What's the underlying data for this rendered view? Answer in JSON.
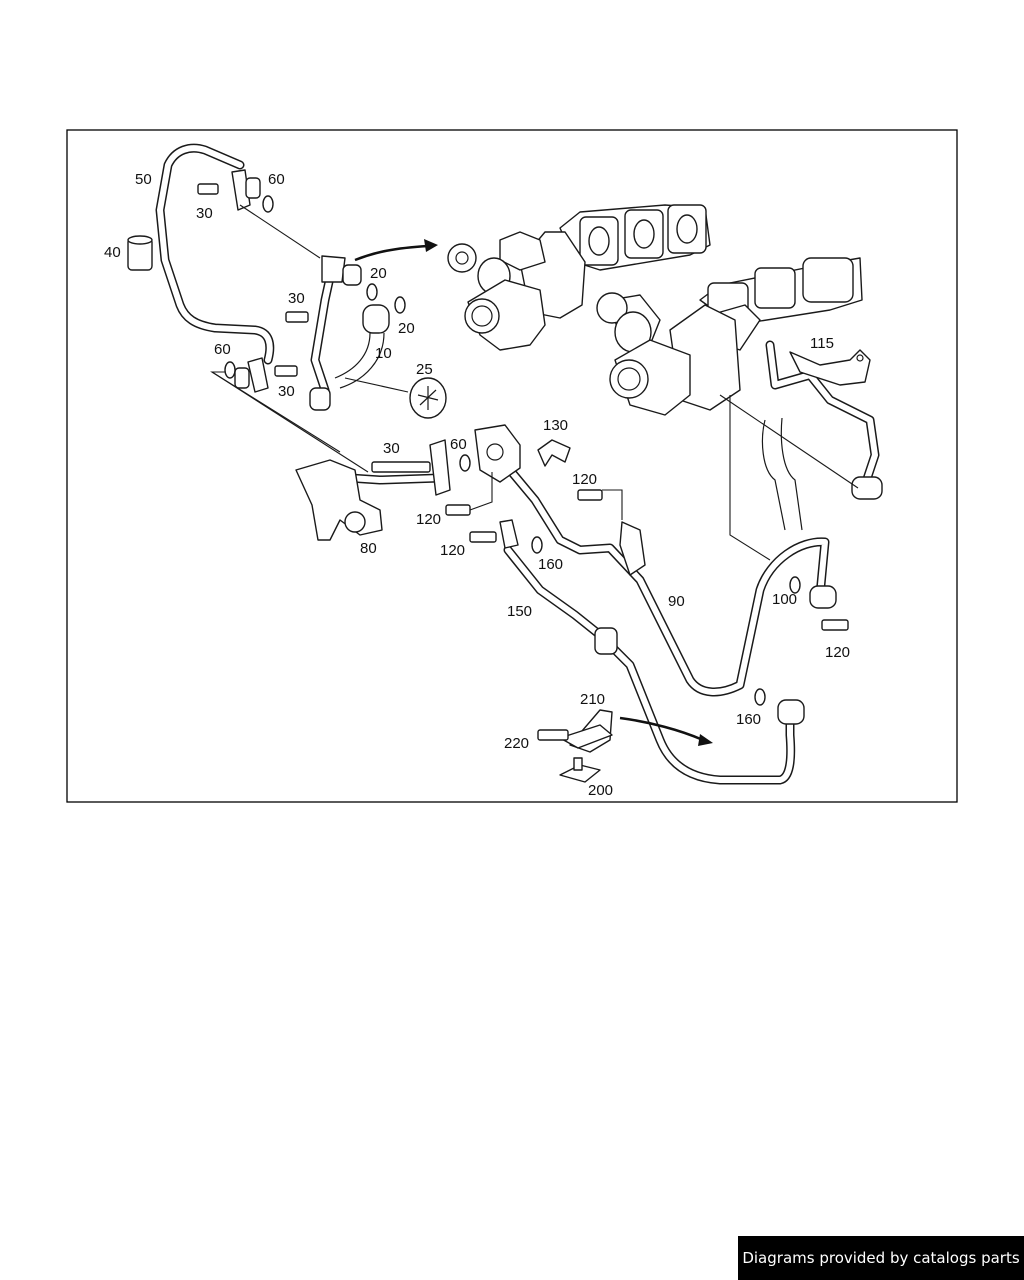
{
  "callouts": {
    "c10": "10",
    "c20a": "20",
    "c20b": "20",
    "c25": "25",
    "c30a": "30",
    "c30b": "30",
    "c30c": "30",
    "c30d": "30",
    "c40": "40",
    "c50": "50",
    "c60a": "60",
    "c60b": "60",
    "c60c": "60",
    "c80": "80",
    "c90": "90",
    "c100": "100",
    "c115": "115",
    "c120a": "120",
    "c120b": "120",
    "c120c": "120",
    "c120d": "120",
    "c130": "130",
    "c150": "150",
    "c160a": "160",
    "c160b": "160",
    "c200": "200",
    "c210": "210",
    "c220": "220"
  },
  "footer": {
    "text": "Diagrams provided by catalogs parts"
  }
}
